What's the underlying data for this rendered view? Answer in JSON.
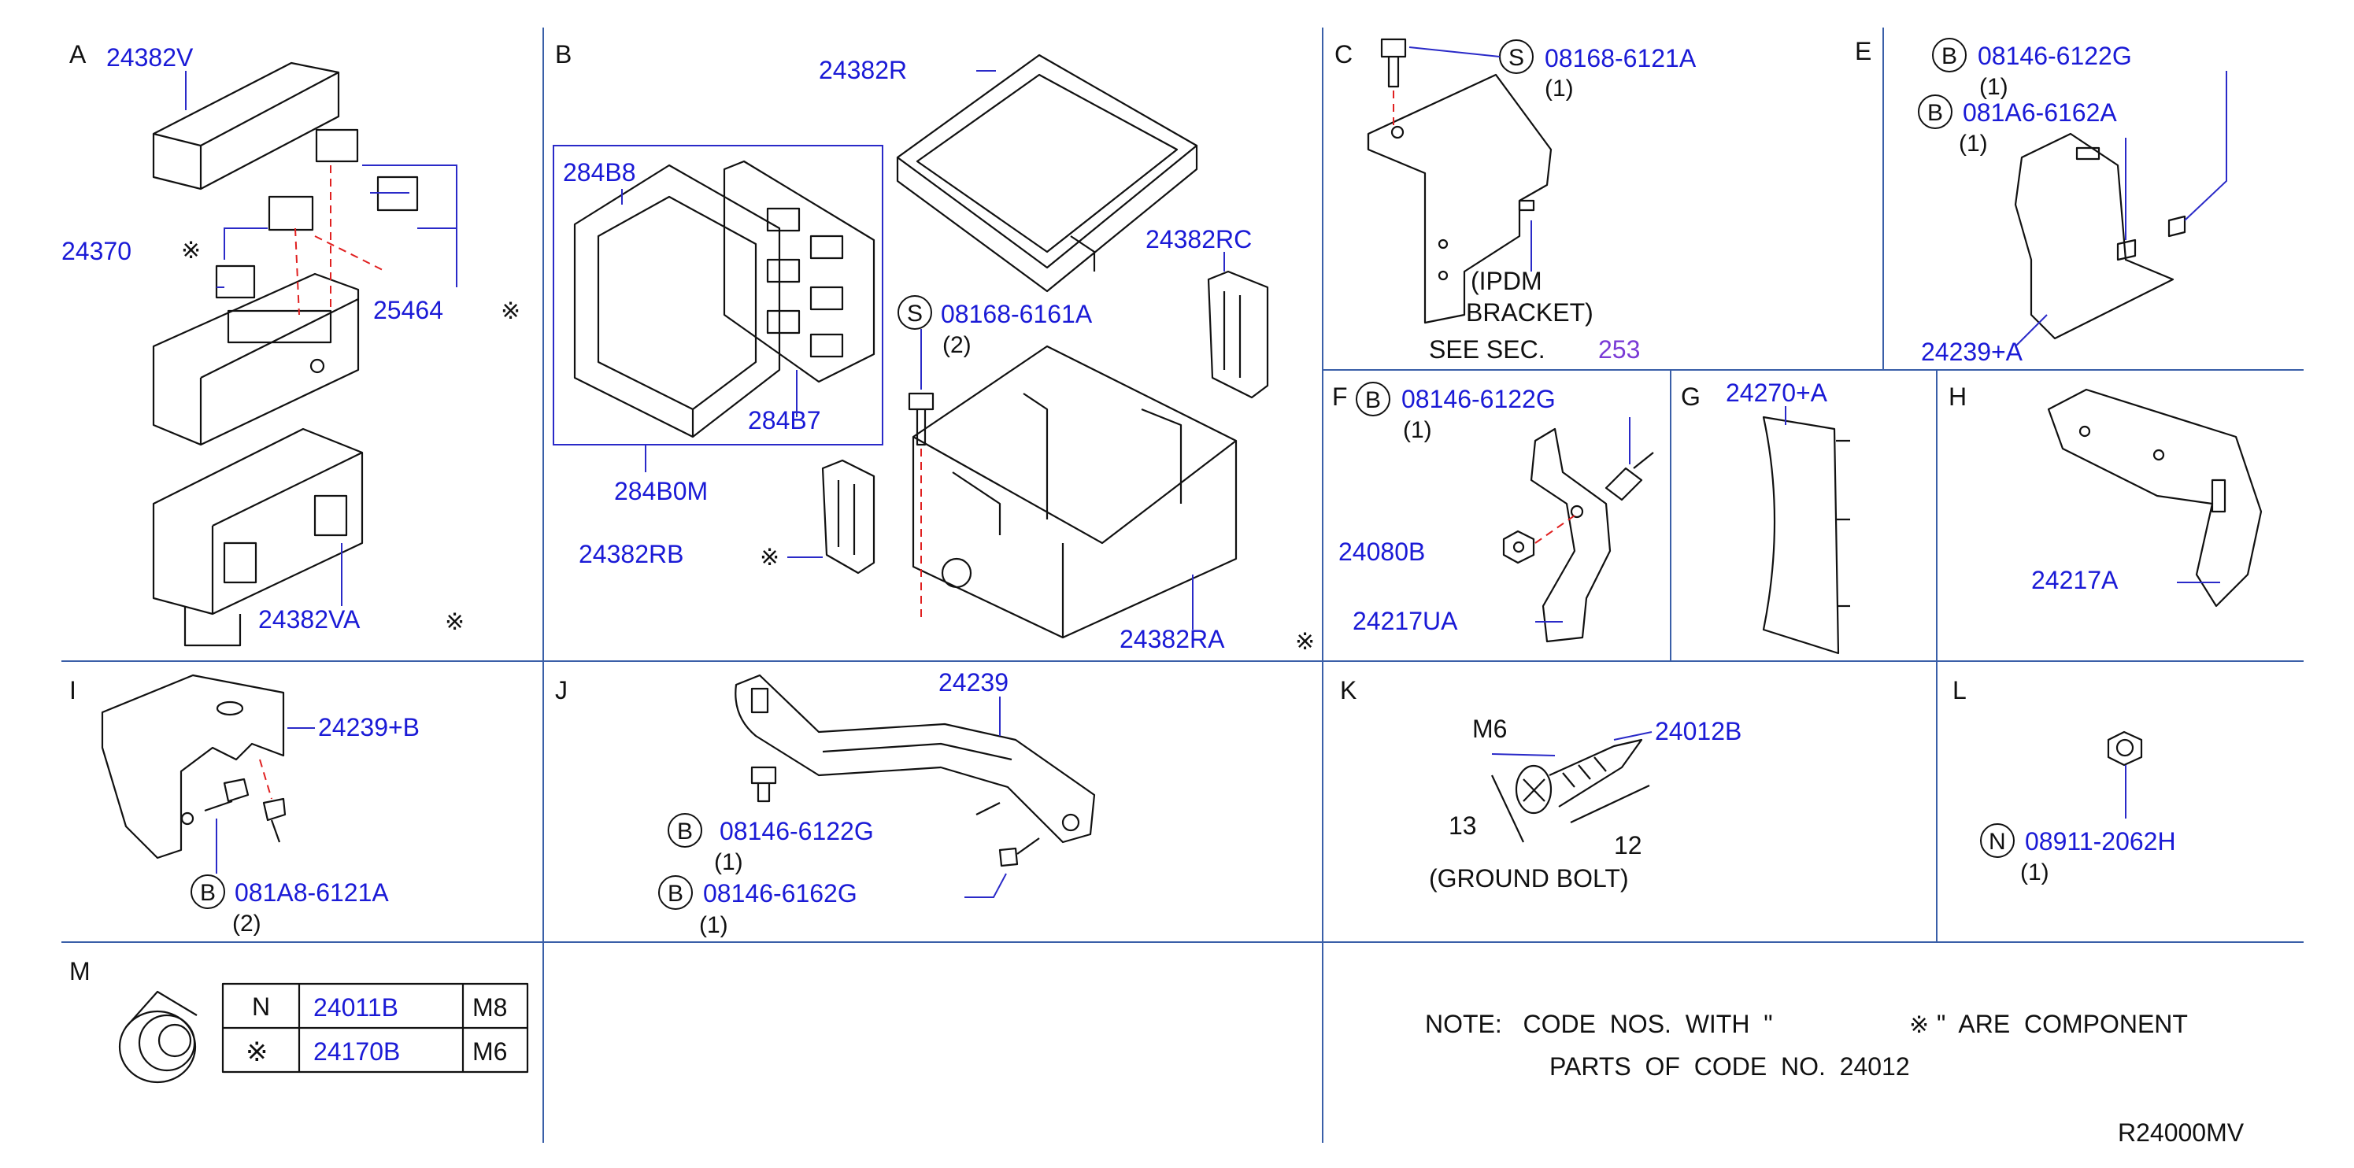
{
  "sections": {
    "A": {
      "letter": "A",
      "parts": [
        "24382V",
        "24370",
        "25464",
        "24382VA"
      ]
    },
    "B": {
      "letter": "B",
      "parts": [
        "24382R",
        "284B8",
        "24382RC",
        "284B7",
        "284B0M",
        "24382RB",
        "24382RA"
      ],
      "bolt": {
        "prefix": "S",
        "code": "08168-6161A",
        "qty": "(2)"
      }
    },
    "C": {
      "letter": "C",
      "bolt": {
        "prefix": "S",
        "code": "08168-6121A",
        "qty": "(1)"
      },
      "bracket_label_1": "(IPDM",
      "bracket_label_2": "BRACKET)",
      "see_label": "SEE  SEC.",
      "see_ref": "253"
    },
    "E": {
      "letter": "E",
      "bolt1": {
        "prefix": "B",
        "code": "08146-6122G",
        "qty": "(1)"
      },
      "bolt2": {
        "prefix": "B",
        "code": "081A6-6162A",
        "qty": "(1)"
      },
      "part": "24239+A"
    },
    "F": {
      "letter": "F",
      "bolt": {
        "prefix": "B",
        "code": "08146-6122G",
        "qty": "(1)"
      },
      "parts": [
        "24080B",
        "24217UA"
      ]
    },
    "G": {
      "letter": "G",
      "part": "24270+A"
    },
    "H": {
      "letter": "H",
      "part": "24217A"
    },
    "I": {
      "letter": "I",
      "part": "24239+B",
      "bolt": {
        "prefix": "B",
        "code": "081A8-6121A",
        "qty": "(2)"
      }
    },
    "J": {
      "letter": "J",
      "part": "24239",
      "bolt1": {
        "prefix": "B",
        "code": "08146-6122G",
        "qty": "(1)"
      },
      "bolt2": {
        "prefix": "B",
        "code": "08146-6162G",
        "qty": "(1)"
      }
    },
    "K": {
      "letter": "K",
      "size": "M6",
      "part": "24012B",
      "dim_head": "13",
      "dim_len": "12",
      "caption": "(GROUND  BOLT)"
    },
    "L": {
      "letter": "L",
      "nut": {
        "prefix": "N",
        "code": "08911-2062H",
        "qty": "(1)"
      }
    },
    "M": {
      "letter": "M",
      "table": [
        {
          "mark": "N",
          "code": "24011B",
          "size": "M8"
        },
        {
          "mark": "※",
          "code": "24170B",
          "size": "M6"
        }
      ]
    }
  },
  "component_mark": "※",
  "note": {
    "line1_a": "NOTE:   CODE  NOS.  WITH  \"",
    "line1_mark": "※",
    "line1_b": "\"  ARE  COMPONENT",
    "line2": "PARTS  OF  CODE  NO.  24012"
  },
  "drawing_number": "R24000MV"
}
